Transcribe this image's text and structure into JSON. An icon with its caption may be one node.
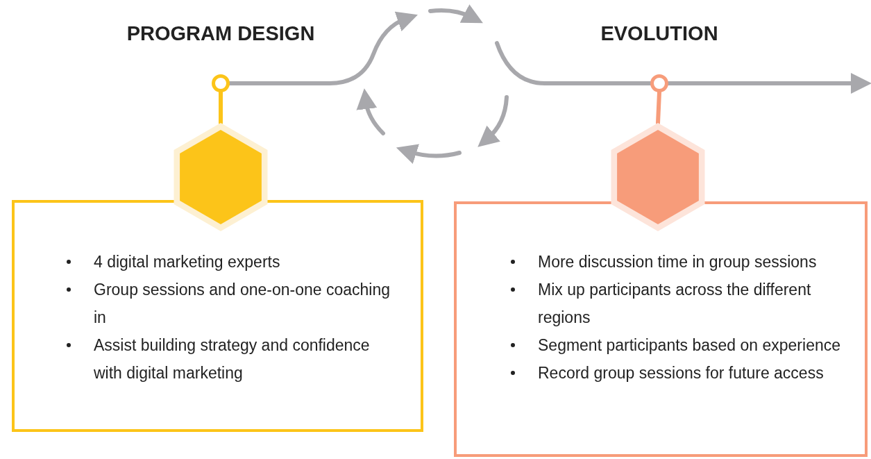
{
  "diagram": {
    "nodes": [
      {
        "text": [],
        "shape": "circle"
      },
      {
        "text": [],
        "shape": "hexagon"
      },
      {
        "text": [
          "4 digital marketing experts",
          "Group sessions and one-on-one coaching in",
          "Assist building strategy and confidence with digital marketing"
        ]
      },
      {
        "text": [],
        "shape": "circle"
      },
      {
        "text": [],
        "shape": "hexagon"
      },
      {
        "text": [
          "More discussion time in group sessions",
          "Mix up participants across the different regions",
          "Segment participants based on experience",
          "Record group sessions for future access"
        ]
      }
    ],
    "edges": [
      {
        "from": 0,
        "to": null,
        "arrow": "to"
      },
      {
        "from": null,
        "to": 3,
        "arrow": "none"
      },
      {
        "from": 3,
        "to": null,
        "arrow": "to"
      },
      {
        "from": 0,
        "to": 1,
        "arrow": "none",
        "color": "#fcc419"
      },
      {
        "from": 3,
        "to": 4,
        "arrow": "none",
        "color": "#f79c7a"
      }
    ],
    "labels": [
      "PROGRAM DESIGN",
      "EVOLUTION"
    ]
  }
}
